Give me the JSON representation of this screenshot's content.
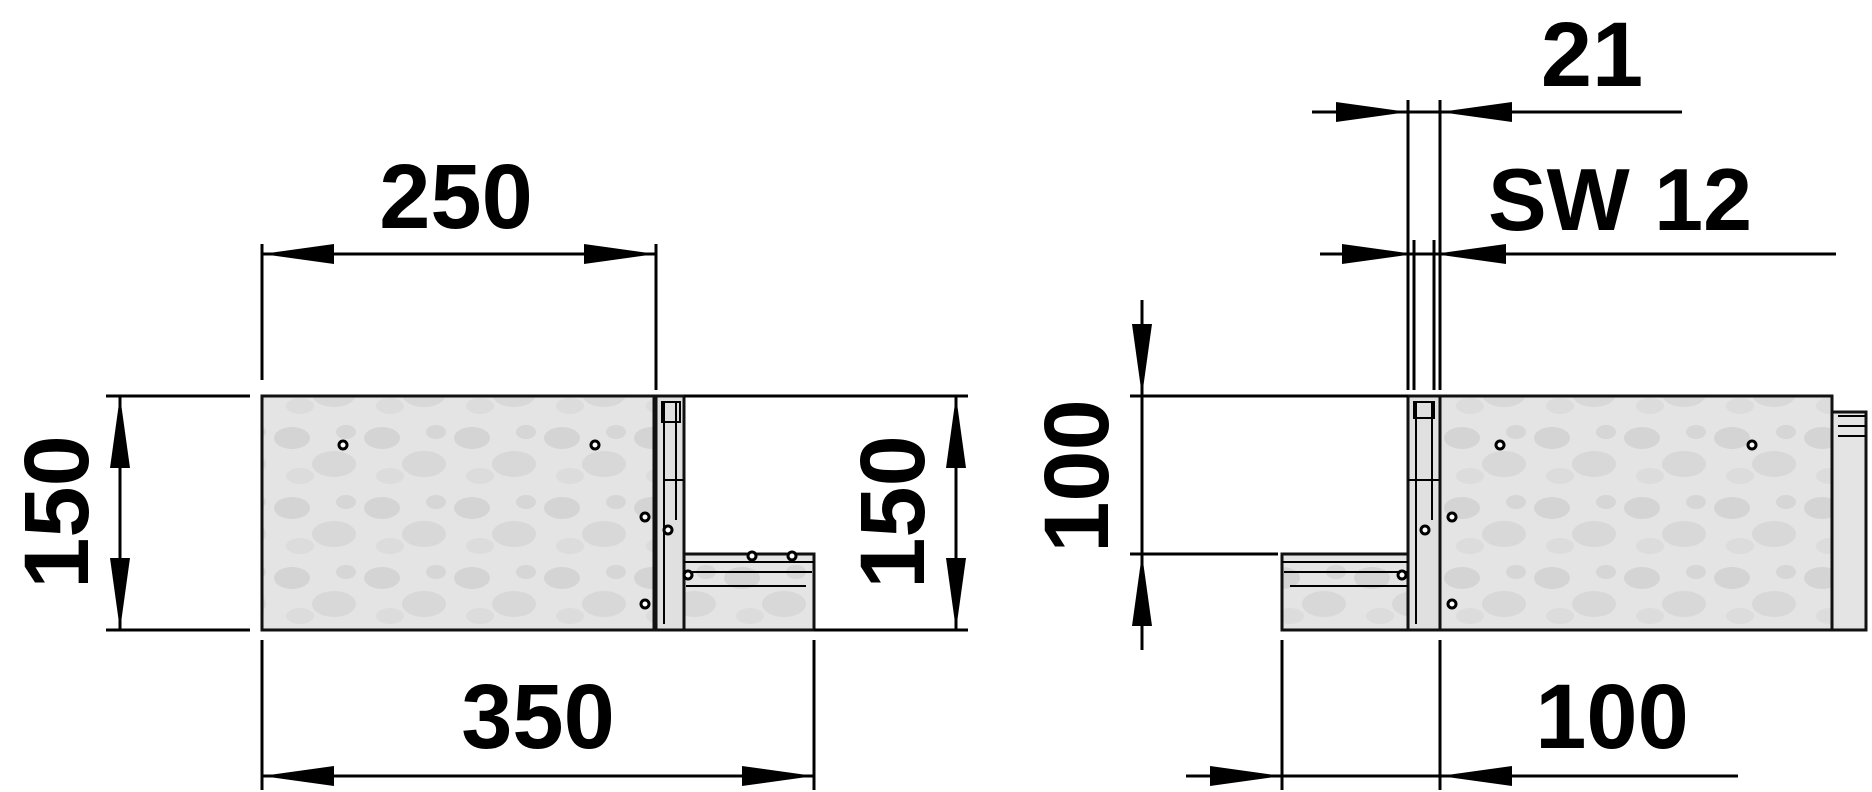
{
  "dimensions": {
    "left_top_width": "250",
    "left_bottom_width": "350",
    "left_height_outer": "150",
    "left_height_inner": "150",
    "right_gap": "21",
    "right_wrench_size": "SW 12",
    "right_height": "100",
    "right_bottom_width": "100"
  },
  "colors": {
    "line": "#000000",
    "panel_fill": "#e3e3e3",
    "panel_texture": "#d2d2d2",
    "background": "#ffffff"
  }
}
